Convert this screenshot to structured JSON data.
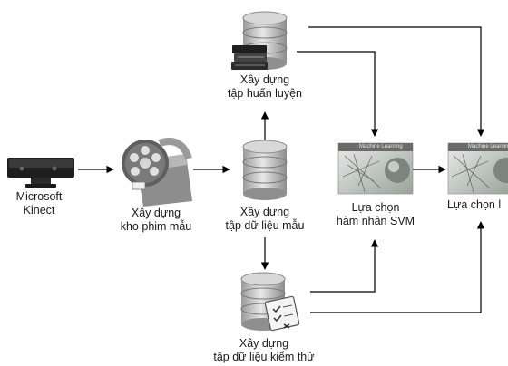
{
  "nodes": {
    "kinect": {
      "line1": "Microsoft",
      "line2": "Kinect"
    },
    "film": {
      "line1": "Xây dựng",
      "line2": "kho phim mẫu"
    },
    "sample": {
      "line1": "Xây dựng",
      "line2": "tập dữ liệu mẫu"
    },
    "train": {
      "line1": "Xây dựng",
      "line2": "tập huấn luyện"
    },
    "test": {
      "line1": "Xây dựng",
      "line2": "tập dữ liệu kiểm thử"
    },
    "svm_kernel": {
      "line1": "Lựa chọn",
      "line2": "hàm nhân SVM",
      "banner": "Machine Learning"
    },
    "select2": {
      "line1": "Lựa chọn l",
      "banner": "Machine Learning"
    }
  },
  "icons": [
    "kinect-sensor-icon",
    "film-reel-icon",
    "database-icon",
    "books-icon",
    "checklist-icon",
    "machine-learning-image"
  ],
  "colors": {
    "arrow": "#000000",
    "db_body": "#c9c9c9",
    "reel": "#6e6e6e",
    "ml_image": "#c9cfc9"
  }
}
